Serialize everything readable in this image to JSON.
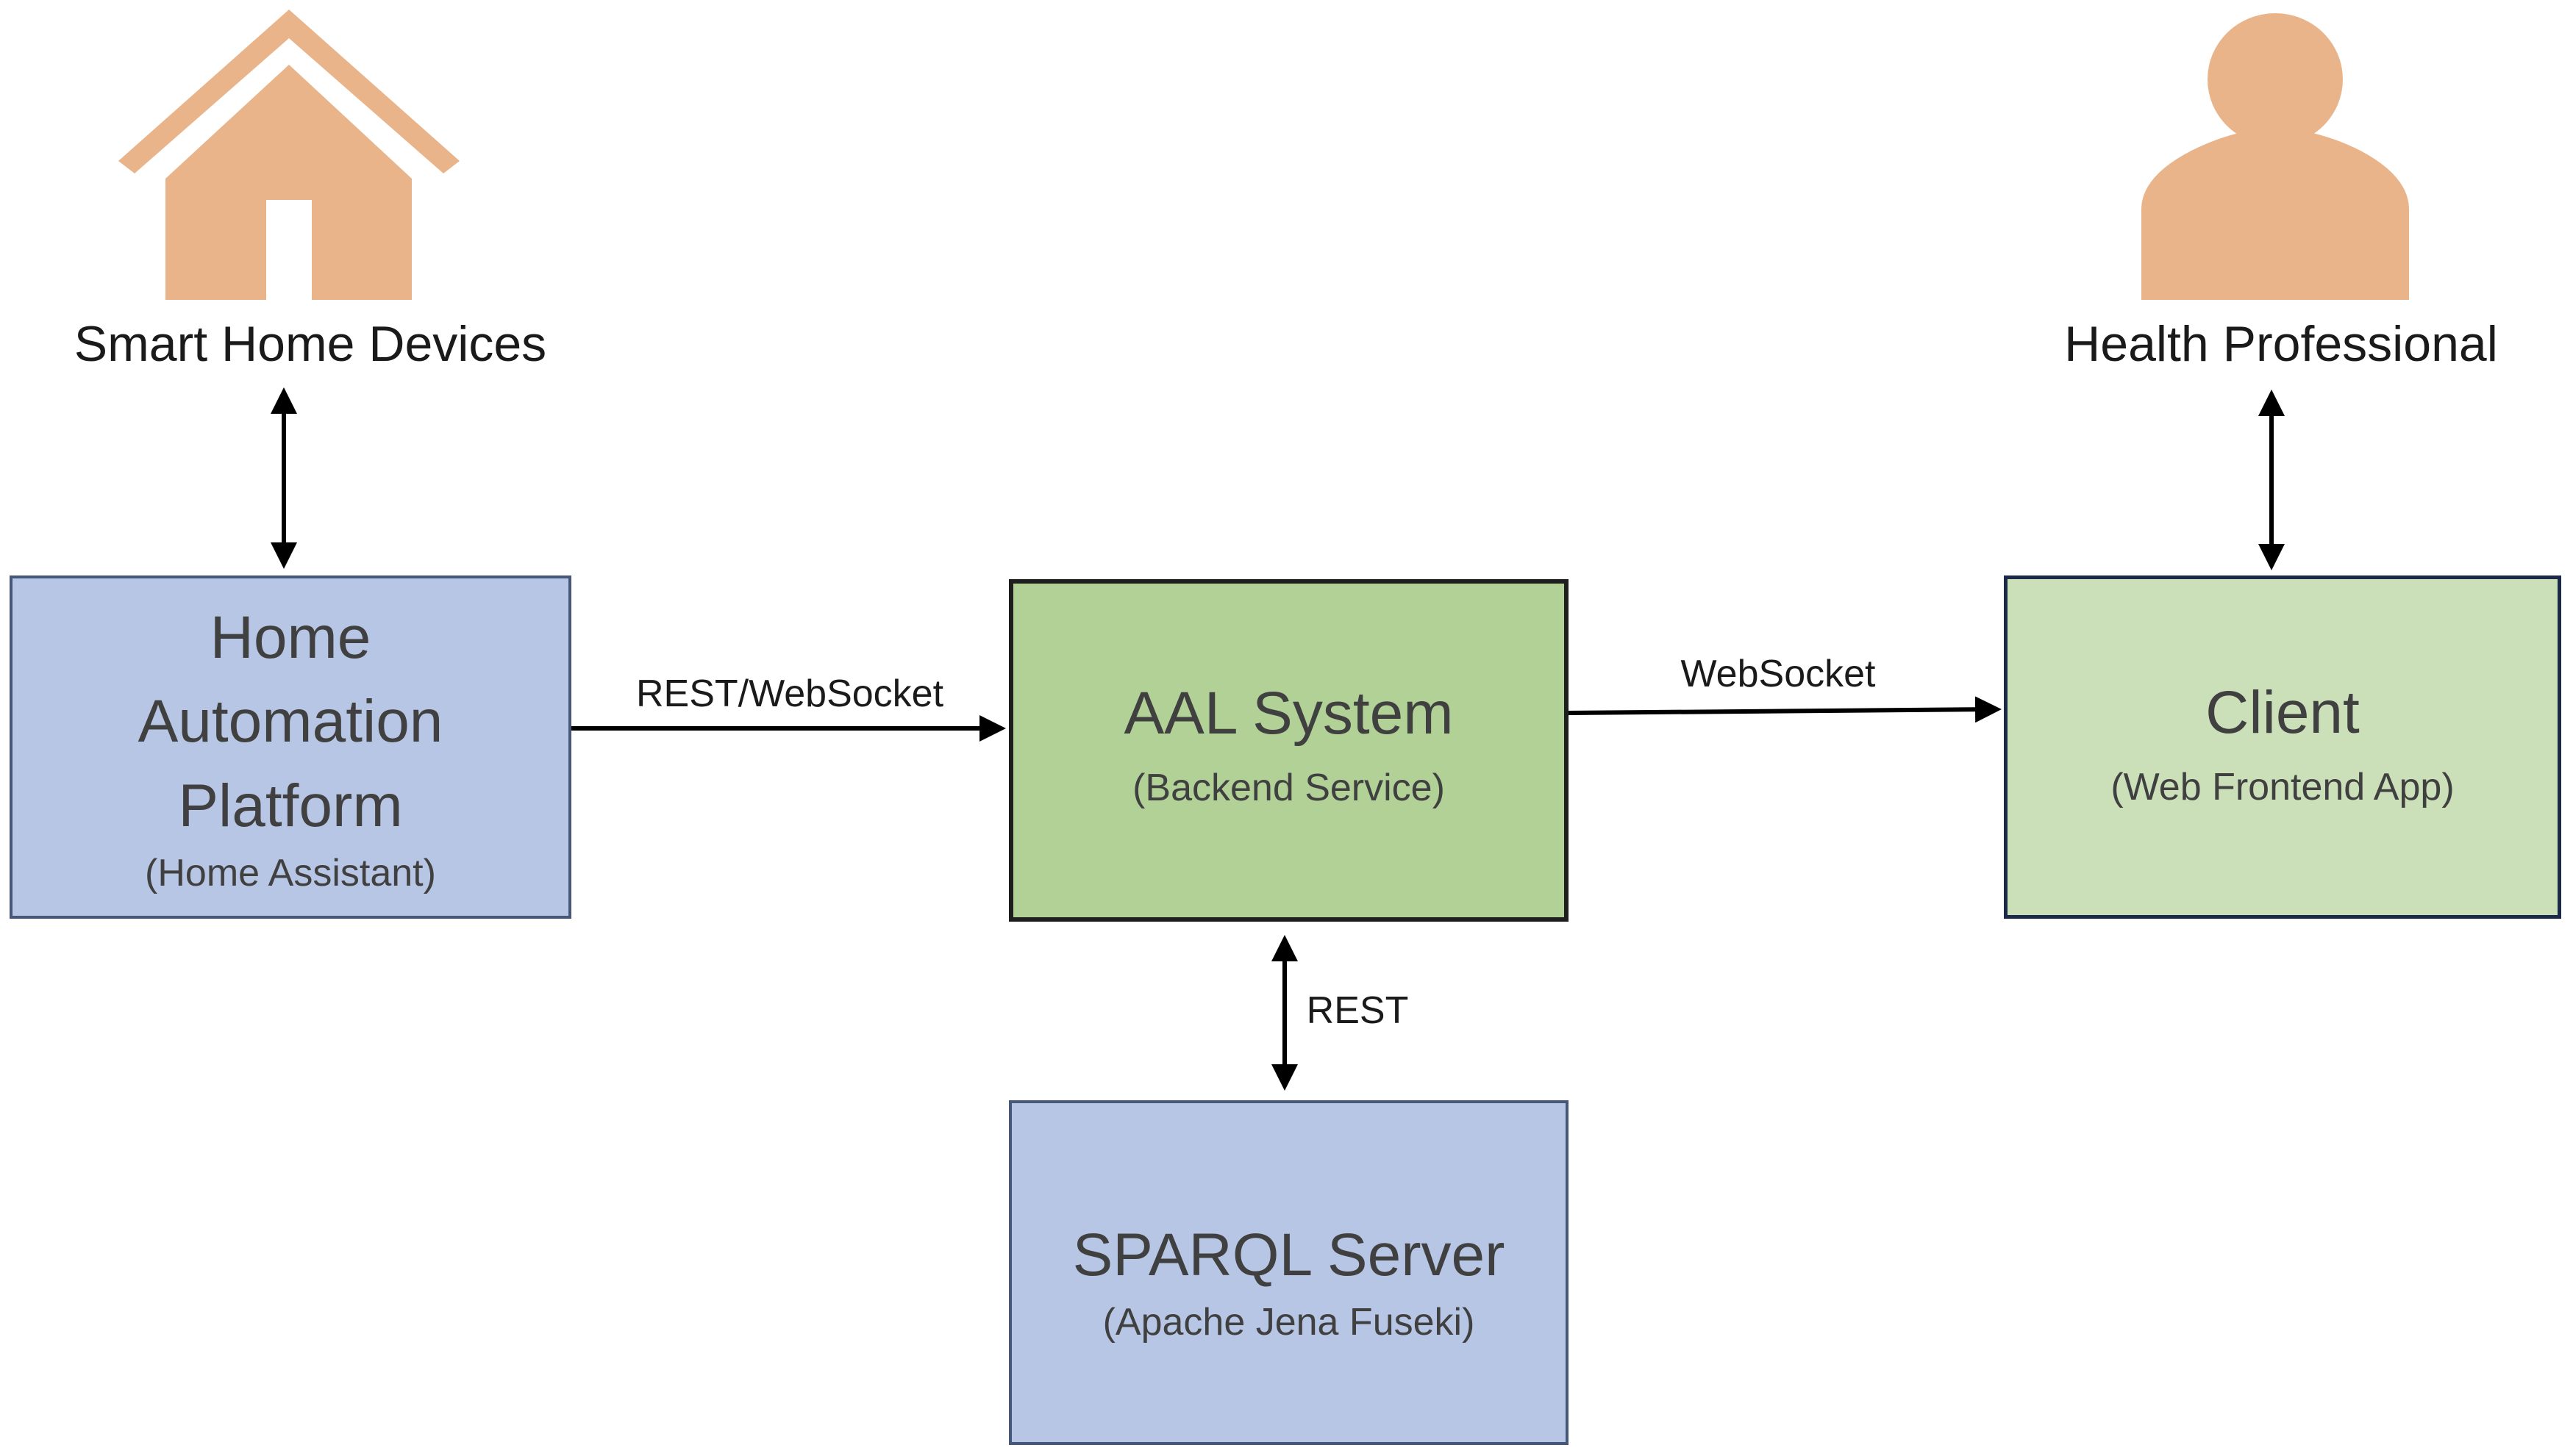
{
  "diagram": {
    "colors": {
      "icon_fill": "#e9b48a",
      "blue_box": "#b7c6e4",
      "green_box": "#b1d197",
      "light_green_box": "#cbe0b8",
      "arrow": "#000000",
      "box_text": "#404040"
    },
    "actors": {
      "smart_home": {
        "icon": "house-icon",
        "label": "Smart Home Devices"
      },
      "health_professional": {
        "icon": "person-icon",
        "label": "Health Professional"
      }
    },
    "nodes": {
      "home_automation": {
        "title_lines": [
          "Home",
          "Automation",
          "Platform"
        ],
        "subtitle": "(Home Assistant)"
      },
      "aal_system": {
        "title": "AAL System",
        "subtitle": "(Backend Service)"
      },
      "client": {
        "title": "Client",
        "subtitle": "(Web Frontend App)"
      },
      "sparql": {
        "title": "SPARQL Server",
        "subtitle": "(Apache Jena Fuseki)"
      }
    },
    "edges": [
      {
        "from": "Smart Home Devices",
        "to": "Home Automation Platform",
        "direction": "bidirectional",
        "label": ""
      },
      {
        "from": "Home Automation Platform",
        "to": "AAL System",
        "direction": "forward",
        "label": "REST/WebSocket"
      },
      {
        "from": "AAL System",
        "to": "Client",
        "direction": "forward",
        "label": "WebSocket"
      },
      {
        "from": "Health Professional",
        "to": "Client",
        "direction": "bidirectional",
        "label": ""
      },
      {
        "from": "AAL System",
        "to": "SPARQL Server",
        "direction": "bidirectional",
        "label": "REST"
      }
    ]
  }
}
